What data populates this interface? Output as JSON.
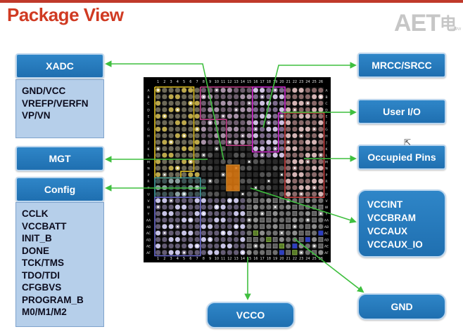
{
  "title": "Package View",
  "logo": {
    "text": "AET",
    "mark": "电",
    "sub": "www"
  },
  "colors": {
    "title": "#d03a22",
    "button": "#1f6fb0",
    "panel": "#b6cfea",
    "arrow": "#3fbf3f",
    "package_bg": "#000000"
  },
  "labels": {
    "xadc": "XADC",
    "mgt": "MGT",
    "config": "Config",
    "mrcc": "MRCC/SRCC",
    "userio": "User I/O",
    "occupied": "Occupied Pins",
    "vcco": "VCCO",
    "gnd": "GND"
  },
  "xadc_pins": [
    "GND/VCC",
    "VREFP/VERFN",
    "VP/VN"
  ],
  "config_pins": [
    "CCLK",
    "VCCBATT",
    "INIT_B",
    "DONE",
    "TCK/TMS",
    "TDO/TDI",
    "CFGBVS",
    "PROGRAM_B",
    "M0/M1/M2"
  ],
  "power_pins": [
    "VCCINT",
    "VCCBRAM",
    "VCCAUX",
    "VCCAUX_IO"
  ],
  "package": {
    "cols": [
      "1",
      "2",
      "3",
      "4",
      "5",
      "6",
      "7",
      "8",
      "9",
      "10",
      "11",
      "12",
      "13",
      "14",
      "15",
      "16",
      "17",
      "18",
      "19",
      "20",
      "21",
      "22",
      "23",
      "24",
      "25",
      "26"
    ],
    "rows": [
      "A",
      "B",
      "C",
      "D",
      "E",
      "F",
      "G",
      "H",
      "J",
      "K",
      "L",
      "M",
      "N",
      "P",
      "R",
      "T",
      "U",
      "V",
      "W",
      "Y",
      "AA",
      "AB",
      "AC",
      "AD",
      "AE",
      "AF"
    ]
  }
}
